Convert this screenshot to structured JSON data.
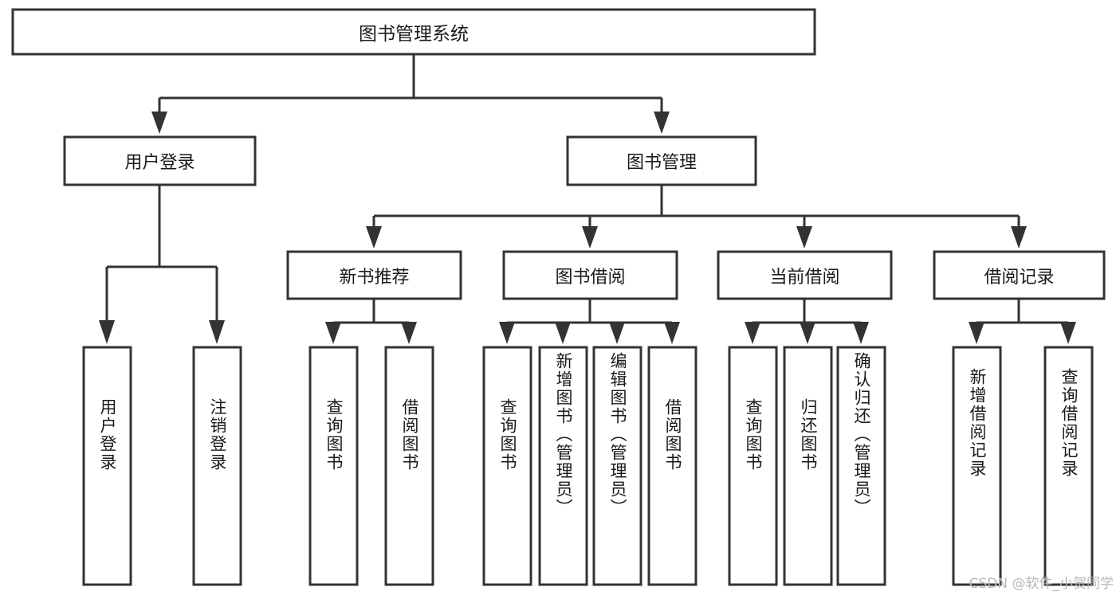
{
  "diagram": {
    "type": "tree-hierarchy-chart",
    "title": "图书管理系统",
    "orientation": "top-down",
    "colors": {
      "box_stroke": "#333333",
      "box_fill": "#ffffff",
      "connector": "#333333",
      "label_text": "#1a1a1a",
      "watermark": "#b8b8b8",
      "background": "#ffffff"
    },
    "levels": [
      {
        "level": 0,
        "nodes": [
          {
            "id": "root",
            "label": "图书管理系统",
            "orientation": "horizontal"
          }
        ]
      },
      {
        "level": 1,
        "nodes": [
          {
            "id": "user-login",
            "label": "用户登录",
            "orientation": "horizontal",
            "parent": "root"
          },
          {
            "id": "book-manage",
            "label": "图书管理",
            "orientation": "horizontal",
            "parent": "root"
          }
        ]
      },
      {
        "level": 2,
        "nodes": [
          {
            "id": "new-book-rec",
            "label": "新书推荐",
            "orientation": "horizontal",
            "parent": "book-manage"
          },
          {
            "id": "book-borrow",
            "label": "图书借阅",
            "orientation": "horizontal",
            "parent": "book-manage"
          },
          {
            "id": "current-borrow",
            "label": "当前借阅",
            "orientation": "horizontal",
            "parent": "book-manage"
          },
          {
            "id": "borrow-record",
            "label": "借阅记录",
            "orientation": "horizontal",
            "parent": "book-manage"
          }
        ]
      },
      {
        "level": 3,
        "nodes": [
          {
            "id": "leaf-user-login",
            "label": "用户登录",
            "orientation": "vertical",
            "parent": "user-login"
          },
          {
            "id": "leaf-logout",
            "label": "注销登录",
            "orientation": "vertical",
            "parent": "user-login"
          },
          {
            "id": "leaf-query-book-1",
            "label": "查询图书",
            "orientation": "vertical",
            "parent": "new-book-rec"
          },
          {
            "id": "leaf-borrow-book-1",
            "label": "借阅图书",
            "orientation": "vertical",
            "parent": "new-book-rec"
          },
          {
            "id": "leaf-query-book-2",
            "label": "查询图书",
            "orientation": "vertical",
            "parent": "book-borrow"
          },
          {
            "id": "leaf-add-book",
            "label": "新增图书（管理员）",
            "orientation": "vertical",
            "parent": "book-borrow"
          },
          {
            "id": "leaf-edit-book",
            "label": "编辑图书（管理员）",
            "orientation": "vertical",
            "parent": "book-borrow"
          },
          {
            "id": "leaf-borrow-book-2",
            "label": "借阅图书",
            "orientation": "vertical",
            "parent": "book-borrow"
          },
          {
            "id": "leaf-query-book-3",
            "label": "查询图书",
            "orientation": "vertical",
            "parent": "current-borrow"
          },
          {
            "id": "leaf-return-book",
            "label": "归还图书",
            "orientation": "vertical",
            "parent": "current-borrow"
          },
          {
            "id": "leaf-confirm-return",
            "label": "确认归还（管理员）",
            "orientation": "vertical",
            "parent": "current-borrow"
          },
          {
            "id": "leaf-add-record",
            "label": "新增借阅记录",
            "orientation": "vertical",
            "parent": "borrow-record"
          },
          {
            "id": "leaf-query-record",
            "label": "查询借阅记录",
            "orientation": "vertical",
            "parent": "borrow-record"
          }
        ]
      }
    ]
  },
  "watermark": {
    "text": "CSDN @软件_小贺同学"
  }
}
